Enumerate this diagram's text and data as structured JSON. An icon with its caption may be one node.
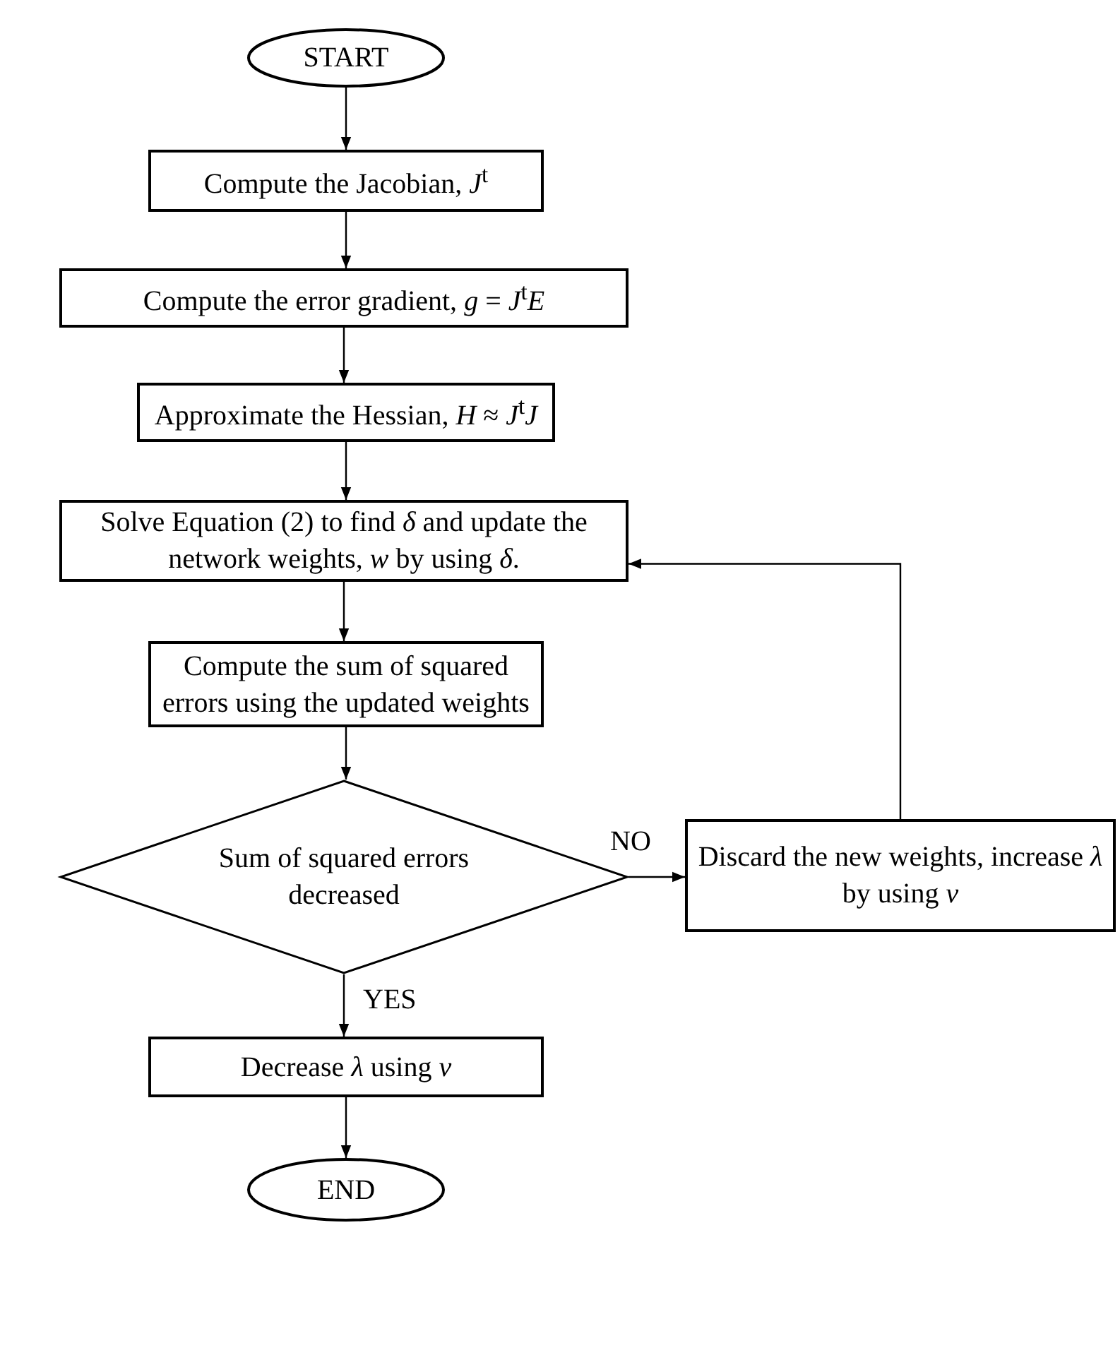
{
  "diagram": {
    "nodes": [
      {
        "text": [
          "START"
        ]
      },
      {
        "text": [
          "Compute the Jacobian, *J*$^{t}$"
        ]
      },
      {
        "text": [
          "Compute the error gradient, *g* = *J*$^{t}$*E*"
        ]
      },
      {
        "text": [
          "Approximate the Hessian, *H* ≈ *J*$^{t}$*J*"
        ]
      },
      {
        "text": [
          "Solve Equation (2) to find *δ* and update the network weights, *w* by using *δ*."
        ]
      },
      {
        "text": [
          "Compute the sum of squared errors using the updated weights"
        ]
      },
      {
        "text": [
          "Sum of squared errors decreased"
        ]
      },
      {
        "text": [
          "Discard the new weights, increase *λ* by using *ν*"
        ]
      },
      {
        "text": [
          "Decrease *λ* using *ν*"
        ]
      },
      {
        "text": [
          "END"
        ]
      }
    ],
    "edges": [
      {
        "from": 0,
        "to": 1,
        "arrow": "to"
      },
      {
        "from": 1,
        "to": 2,
        "arrow": "to"
      },
      {
        "from": 2,
        "to": 3,
        "arrow": "to"
      },
      {
        "from": 3,
        "to": 4,
        "arrow": "to"
      },
      {
        "from": 4,
        "to": 5,
        "arrow": "to"
      },
      {
        "from": 5,
        "to": 6,
        "arrow": "to"
      },
      {
        "from": 6,
        "to": 7,
        "label": "NO",
        "arrow": "to"
      },
      {
        "from": 7,
        "to": 4,
        "arrow": "to"
      },
      {
        "from": 6,
        "to": 8,
        "label": "YES",
        "arrow": "to"
      },
      {
        "from": 8,
        "to": 9,
        "arrow": "to"
      }
    ]
  }
}
